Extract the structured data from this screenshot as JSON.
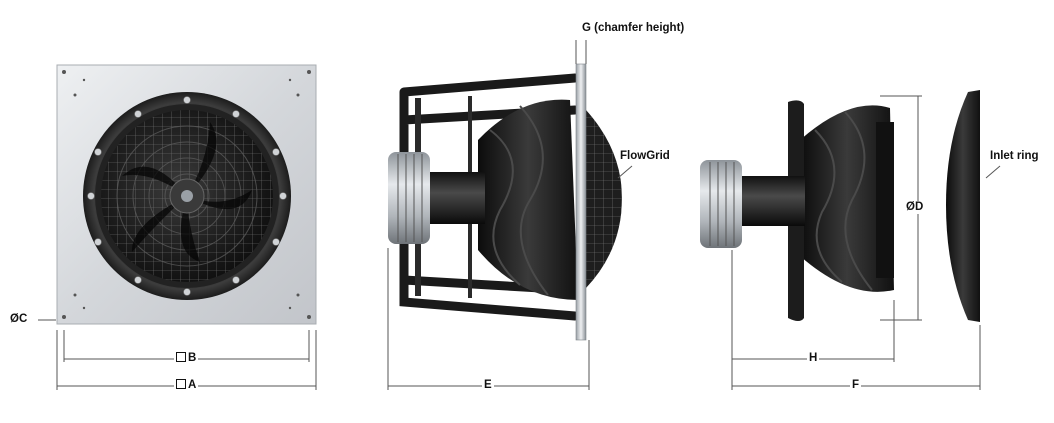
{
  "labels": {
    "phi_c": "ØC",
    "sq_b": "B",
    "sq_a": "A",
    "e": "E",
    "g": "G (chamfer height)",
    "flowgrid": "FlowGrid",
    "h": "H",
    "f": "F",
    "phi_d": "ØD",
    "inlet_ring": "Inlet ring"
  },
  "colors": {
    "plate": "#d8dade",
    "fan_dark": "#1a1a1a",
    "dim_line": "#555555",
    "motor": "#b7bcc2"
  }
}
